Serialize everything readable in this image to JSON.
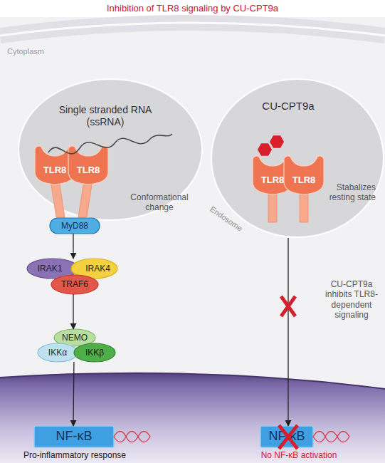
{
  "diagram": {
    "title": "Inhibition of TLR8 signaling by CU-CPT9a",
    "nodes": [
      {
        "text": [
          "Single stranded RNA (ssRNA)",
          "Conformational change"
        ]
      },
      {
        "text": [
          "TLR8"
        ],
        "in": 0
      },
      {
        "text": [
          "TLR8"
        ],
        "in": 0
      },
      {
        "text": [
          "MyD88"
        ]
      },
      {
        "text": [
          "IRAK1"
        ]
      },
      {
        "text": [
          "IRAK4"
        ]
      },
      {
        "text": [
          "TRAF6"
        ]
      },
      {
        "text": [
          "NEMO"
        ]
      },
      {
        "text": [
          "IKKα"
        ]
      },
      {
        "text": [
          "IKKβ"
        ]
      },
      {
        "text": [
          "NF-κB"
        ]
      },
      {
        "text": [
          "CU-CPT9a",
          "Stabalizes resting state"
        ]
      },
      {
        "text": [
          "TLR8"
        ],
        "in": 11
      },
      {
        "text": [
          "TLR8"
        ],
        "in": 11
      },
      {
        "text": [
          "NF-κB"
        ]
      }
    ],
    "edges": [
      {
        "from": 3,
        "to": 4,
        "arrow": "to"
      },
      {
        "from": 6,
        "to": 7,
        "arrow": "to"
      },
      {
        "from": 8,
        "to": 10,
        "arrow": "to"
      },
      {
        "from": 11,
        "to": 14,
        "arrow": "to",
        "label": "CU-CPT9a inhibits TLR8-dependent signaling"
      }
    ],
    "labels": [
      "Cytoplasm",
      "Endosome",
      "Pro-inflammatory response",
      "No NF-κB activation"
    ]
  }
}
